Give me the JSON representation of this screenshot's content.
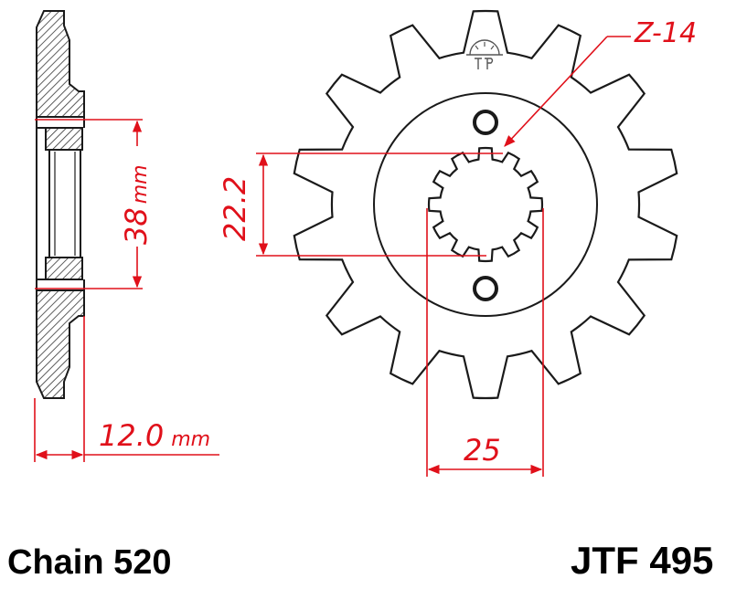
{
  "colors": {
    "dimension": "#e0101a",
    "outline": "#1a1a1a",
    "background": "#ffffff",
    "hatch": "#333333"
  },
  "labels": {
    "tooth_count": "Z-14",
    "spline_diameter": "22.2",
    "bore_spacing_value": "38",
    "bore_spacing_unit": "mm",
    "thickness_value": "12.0",
    "thickness_unit": "mm",
    "spline_width": "25"
  },
  "footer": {
    "chain": "Chain 520",
    "part_number": "JTF 495"
  },
  "icons": {
    "logo": "jt-sprockets-logo-icon"
  }
}
